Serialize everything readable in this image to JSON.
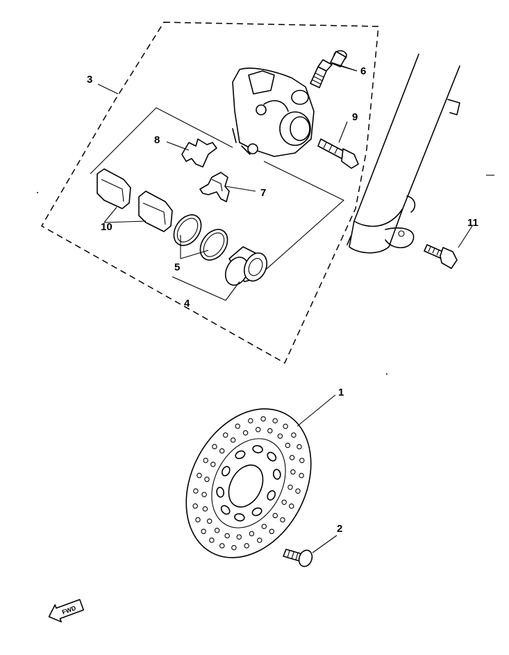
{
  "callouts": {
    "c1": "1",
    "c2": "2",
    "c3": "3",
    "c4": "4",
    "c5": "5",
    "c6": "6",
    "c7": "7",
    "c8": "8",
    "c9": "9",
    "c10": "10",
    "c11": "11"
  },
  "fwd_arrow": {
    "label": "FWD"
  },
  "colors": {
    "ink": "#000000",
    "paper": "#ffffff"
  }
}
